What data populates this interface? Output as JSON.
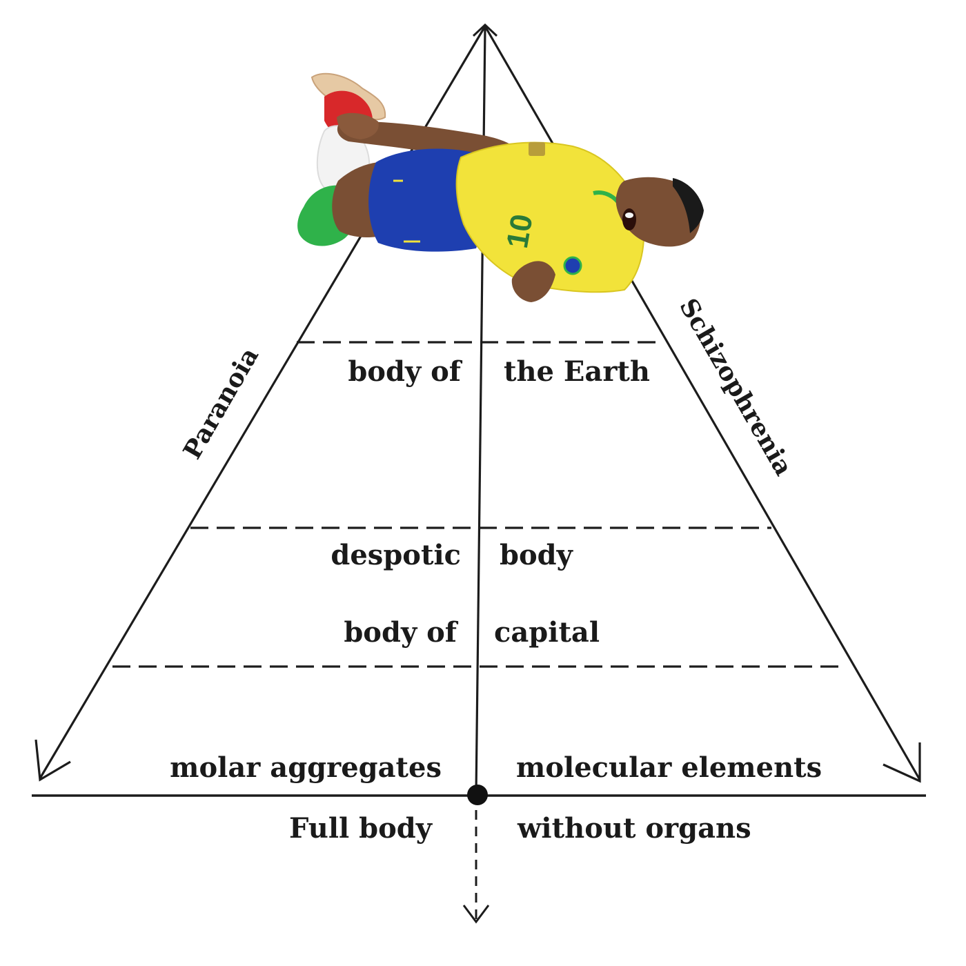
{
  "diagram": {
    "labels": {
      "paranoia": "Paranoia",
      "schizophrenia": "Schizophrenia",
      "body_of_left": "body of",
      "the_earth": "the Earth",
      "despotic": "despotic",
      "body": "body",
      "body_of_left_2": "body of",
      "capital": "capital",
      "molar_aggregates": "molar aggregates",
      "molecular_elements": "molecular elements",
      "full_body": "Full body",
      "without_organs": "without organs"
    },
    "overlay_image": {
      "description_icon": "football-player-icon",
      "jersey_number": "10",
      "colors": {
        "shirt": "#f2e33a",
        "shorts": "#1e3fb0",
        "socks": "#2fb24a",
        "sock_top": "#d8282a",
        "skin": "#8a5a3c",
        "hair": "#1a1a1a"
      }
    }
  }
}
